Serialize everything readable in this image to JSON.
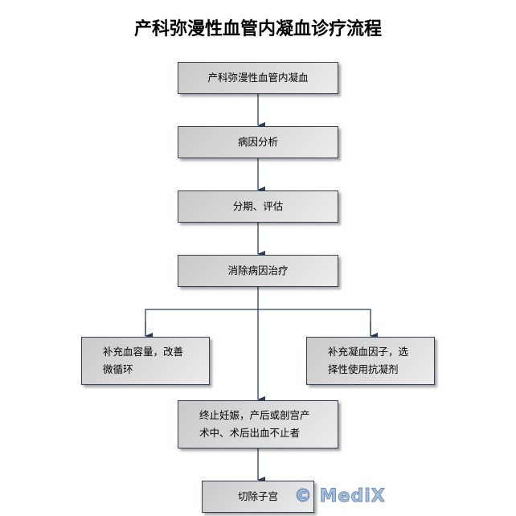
{
  "title": "产科弥漫性血管内凝血诊疗流程",
  "nodes": {
    "dic": "产科弥漫性血管内凝血",
    "cause": "病因分析",
    "staging": "分期、评估",
    "treat_cause": "消除病因治疗",
    "volume": "补充血容量，改善微循环",
    "factors": "补充凝血因子，选择性使用抗凝剂",
    "terminate": "终止妊娠，产后或剖宫产术中、术后出血不止者",
    "hysterectomy": "切除子宫"
  },
  "watermark": "© MediX",
  "colors": {
    "line": "#2e3f55",
    "box_border": "#2e3f55"
  }
}
